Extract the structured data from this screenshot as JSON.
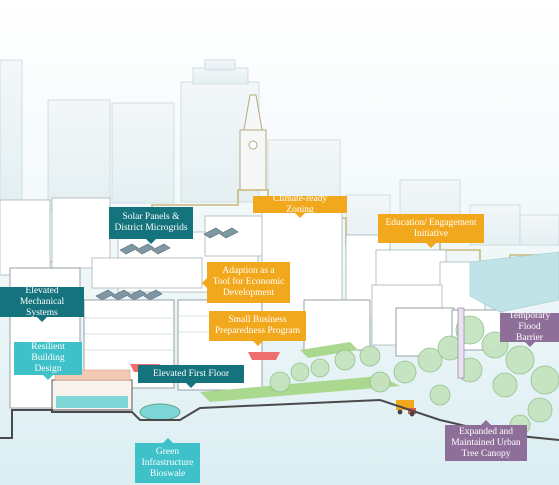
{
  "labels": {
    "solar": "Solar Panels &\nDistrict Microgrids",
    "zoning": "Climate-ready Zoning",
    "education": "Education/ Engagement\nInitiative",
    "adaption": "Adaption as a\nTool for Economic\nDevelopment",
    "mechanical": "Elevated\nMechanical Systems",
    "small_business": "Small Business\nPreparedness Program",
    "flood_barrier": "Temporary\nFlood Barrier",
    "resilient": "Resilient\nBuilding Design",
    "first_floor": "Elevated First Floor",
    "tree_canopy": "Expanded and\nMaintained Urban\nTree Canopy",
    "bioswale": "Green\nInfrastructure\nBioswale"
  },
  "colors": {
    "teal": "#14737c",
    "orange": "#f2a81d",
    "cyan": "#3ec1c9",
    "purple": "#8e6f99",
    "zoning_line": "#c8b87a",
    "ground": "#4a4a4a",
    "water": "#7fd6d6"
  }
}
